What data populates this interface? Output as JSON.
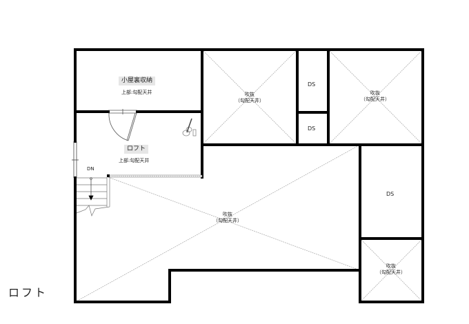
{
  "floor_title": "ロフト",
  "rooms": {
    "attic_storage": {
      "name": "小屋裏収納",
      "note": "上部:勾配天井"
    },
    "loft": {
      "name": "ロフト",
      "note": "上部:勾配天井"
    },
    "void_top_left": {
      "line1": "吹抜",
      "line2": "（勾配天井）"
    },
    "ds_top": {
      "name": "DS"
    },
    "ds_mid": {
      "name": "DS"
    },
    "void_top_right": {
      "line1": "吹抜",
      "line2": "（勾配天井）"
    },
    "void_main": {
      "line1": "吹抜",
      "line2": "（勾配天井）"
    },
    "ds_right": {
      "name": "DS"
    },
    "void_bottom_right": {
      "line1": "吹抜",
      "line2": "（勾配天井）"
    }
  },
  "stairs": {
    "label": "DN"
  },
  "colors": {
    "wall": "#000000",
    "diagonal": "#aaaaaa",
    "label_bg": "#e6e6e6"
  }
}
